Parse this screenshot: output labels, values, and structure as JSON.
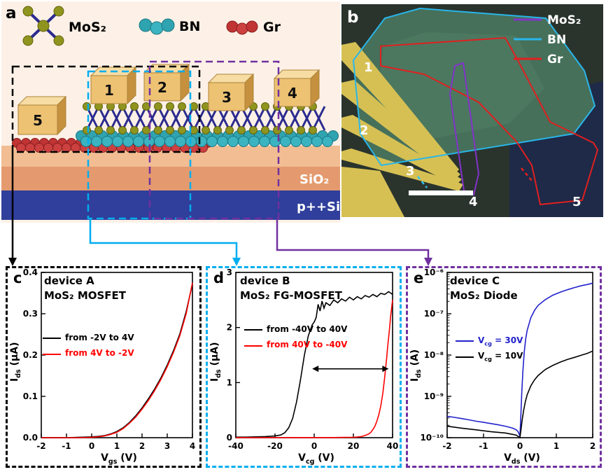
{
  "panel_a": {
    "letter": "a",
    "legend": {
      "mos2": "MoS₂",
      "bn": "BN",
      "gr": "Gr"
    },
    "contacts": [
      "1",
      "2",
      "3",
      "4",
      "5"
    ],
    "layers": {
      "sio2": "SiO₂",
      "si": "p++Si"
    }
  },
  "panel_b": {
    "letter": "b",
    "legend": {
      "mos2": "MoS₂",
      "bn": "BN",
      "gr": "Gr"
    },
    "contacts": [
      "1",
      "2",
      "3",
      "4",
      "5"
    ]
  },
  "colors": {
    "box_black": "#000000",
    "box_cyan": "#00aeef",
    "box_purple": "#7030a0",
    "curve_black": "#000000",
    "curve_red": "#ff0000",
    "curve_blue": "#2222cc",
    "mos2_outline": "#8233c9",
    "bn_outline": "#29b6ea",
    "gr_outline": "#e02020",
    "sio2_fill": "#e49a6e",
    "si_fill": "#2f3f9b",
    "electrode_gold": "#edc273"
  },
  "chart_data": [
    {
      "panel_letter": "c",
      "device": "device A",
      "device_type": "MoS₂ MOSFET",
      "type": "line",
      "xlabel": {
        "pre": "V",
        "sub": "gs",
        "post": " (V)"
      },
      "ylabel": {
        "pre": "I",
        "sub": "ds",
        "post": " (μA)"
      },
      "xlim": [
        -2,
        4
      ],
      "ylim": [
        0,
        0.4
      ],
      "yscale": "linear",
      "ml": 48,
      "xticks": [
        {
          "v": -2,
          "t": "-2"
        },
        {
          "v": -1,
          "t": "-1"
        },
        {
          "v": 0,
          "t": "0"
        },
        {
          "v": 1,
          "t": "1"
        },
        {
          "v": 2,
          "t": "2"
        },
        {
          "v": 3,
          "t": "3"
        },
        {
          "v": 4,
          "t": "4"
        }
      ],
      "yticks": [
        {
          "v": 0,
          "t": "0.0"
        },
        {
          "v": 0.1,
          "t": "0.1"
        },
        {
          "v": 0.2,
          "t": "0.2"
        },
        {
          "v": 0.3,
          "t": "0.3"
        },
        {
          "v": 0.4,
          "t": "0.4"
        }
      ],
      "legend": [
        {
          "pre": "from -2V to 4V",
          "sub": "",
          "post": "",
          "color": "#000000"
        },
        {
          "pre": "from 4V to -2V",
          "sub": "",
          "post": "",
          "color": "#ff0000"
        }
      ],
      "series": [
        {
          "name": "sweep-forward",
          "color": "#000000",
          "points": [
            [
              -2,
              0
            ],
            [
              -1.5,
              0
            ],
            [
              -1,
              0
            ],
            [
              -0.5,
              0.001
            ],
            [
              0,
              0.002
            ],
            [
              0.25,
              0.003
            ],
            [
              0.5,
              0.005
            ],
            [
              0.75,
              0.009
            ],
            [
              1,
              0.015
            ],
            [
              1.25,
              0.024
            ],
            [
              1.5,
              0.037
            ],
            [
              1.75,
              0.053
            ],
            [
              2,
              0.072
            ],
            [
              2.25,
              0.094
            ],
            [
              2.5,
              0.118
            ],
            [
              2.75,
              0.145
            ],
            [
              3,
              0.176
            ],
            [
              3.25,
              0.211
            ],
            [
              3.5,
              0.251
            ],
            [
              3.75,
              0.305
            ],
            [
              4,
              0.372
            ]
          ]
        },
        {
          "name": "sweep-reverse",
          "color": "#ff0000",
          "points": [
            [
              -2,
              0
            ],
            [
              -1,
              0
            ],
            [
              -0.5,
              0
            ],
            [
              0,
              0.001
            ],
            [
              0.25,
              0.002
            ],
            [
              0.5,
              0.004
            ],
            [
              0.75,
              0.008
            ],
            [
              1,
              0.013
            ],
            [
              1.25,
              0.022
            ],
            [
              1.5,
              0.035
            ],
            [
              1.75,
              0.05
            ],
            [
              2,
              0.069
            ],
            [
              2.25,
              0.09
            ],
            [
              2.5,
              0.114
            ],
            [
              2.75,
              0.141
            ],
            [
              3,
              0.172
            ],
            [
              3.25,
              0.207
            ],
            [
              3.5,
              0.247
            ],
            [
              3.75,
              0.3
            ],
            [
              4,
              0.375
            ]
          ]
        }
      ],
      "annotations": []
    },
    {
      "panel_letter": "d",
      "device": "device B",
      "device_type": "MoS₂ FG-MOSFET",
      "type": "line",
      "xlabel": {
        "pre": "V",
        "sub": "cg",
        "post": " (V)"
      },
      "ylabel": {
        "pre": "I",
        "sub": "ds",
        "post": " (μA)"
      },
      "xlim": [
        -40,
        40
      ],
      "ylim": [
        0,
        3
      ],
      "yscale": "linear",
      "ml": 40,
      "xticks": [
        {
          "v": -40,
          "t": "-40"
        },
        {
          "v": -20,
          "t": "-20"
        },
        {
          "v": 0,
          "t": "0"
        },
        {
          "v": 20,
          "t": "20"
        },
        {
          "v": 40,
          "t": "40"
        }
      ],
      "yticks": [
        {
          "v": 0,
          "t": "0"
        },
        {
          "v": 1,
          "t": "1"
        },
        {
          "v": 2,
          "t": "2"
        },
        {
          "v": 3,
          "t": "3"
        }
      ],
      "legend": [
        {
          "pre": "from -40V to 40V",
          "sub": "",
          "post": "",
          "color": "#000000"
        },
        {
          "pre": "from 40V to -40V",
          "sub": "",
          "post": "",
          "color": "#ff0000"
        }
      ],
      "series": [
        {
          "name": "sweep-forward",
          "color": "#000000",
          "points": [
            [
              -40,
              0.01
            ],
            [
              -35,
              0.01
            ],
            [
              -30,
              0.015
            ],
            [
              -25,
              0.02
            ],
            [
              -20,
              0.03
            ],
            [
              -17,
              0.05
            ],
            [
              -15,
              0.09
            ],
            [
              -13,
              0.18
            ],
            [
              -11,
              0.35
            ],
            [
              -9,
              0.65
            ],
            [
              -7,
              1.05
            ],
            [
              -5,
              1.5
            ],
            [
              -3,
              1.85
            ],
            [
              -1,
              2.05
            ],
            [
              0,
              2.1
            ],
            [
              1,
              2.18
            ],
            [
              2,
              2.42
            ],
            [
              3,
              2.3
            ],
            [
              4,
              2.48
            ],
            [
              5,
              2.35
            ],
            [
              6,
              2.45
            ],
            [
              8,
              2.4
            ],
            [
              10,
              2.5
            ],
            [
              12,
              2.45
            ],
            [
              14,
              2.52
            ],
            [
              16,
              2.48
            ],
            [
              18,
              2.55
            ],
            [
              20,
              2.5
            ],
            [
              22,
              2.56
            ],
            [
              24,
              2.52
            ],
            [
              26,
              2.58
            ],
            [
              28,
              2.55
            ],
            [
              30,
              2.6
            ],
            [
              32,
              2.56
            ],
            [
              34,
              2.62
            ],
            [
              36,
              2.6
            ],
            [
              38,
              2.65
            ],
            [
              40,
              2.6
            ]
          ]
        },
        {
          "name": "sweep-reverse",
          "color": "#ff0000",
          "points": [
            [
              40,
              2.5
            ],
            [
              39.5,
              2.35
            ],
            [
              39,
              2.2
            ],
            [
              38.5,
              2.0
            ],
            [
              38,
              1.82
            ],
            [
              37.5,
              1.65
            ],
            [
              37,
              1.45
            ],
            [
              36.5,
              1.28
            ],
            [
              36,
              1.1
            ],
            [
              35.5,
              0.95
            ],
            [
              35,
              0.8
            ],
            [
              34,
              0.58
            ],
            [
              33,
              0.42
            ],
            [
              32,
              0.3
            ],
            [
              31,
              0.21
            ],
            [
              30,
              0.15
            ],
            [
              29,
              0.1
            ],
            [
              28,
              0.07
            ],
            [
              26,
              0.04
            ],
            [
              24,
              0.02
            ],
            [
              22,
              0.012
            ],
            [
              20,
              0.008
            ],
            [
              15,
              0.005
            ],
            [
              10,
              0.003
            ],
            [
              0,
              0.002
            ],
            [
              -10,
              0.002
            ],
            [
              -20,
              0.001
            ],
            [
              -30,
              0.001
            ],
            [
              -40,
              0.001
            ]
          ]
        }
      ],
      "annotations": [
        {
          "type": "double_arrow",
          "x1": -1,
          "x2": 38,
          "y": 1.25
        }
      ]
    },
    {
      "panel_letter": "e",
      "device": "device C",
      "device_type": "MoS₂ Diode",
      "type": "line",
      "xlabel": {
        "pre": "V",
        "sub": "ds",
        "post": " (V)"
      },
      "ylabel": {
        "pre": "I",
        "sub": "ds",
        "post": " (A)"
      },
      "xlim": [
        -2,
        2
      ],
      "ylim": [
        1e-10,
        1e-06
      ],
      "yscale": "log",
      "ml": 56,
      "xticks": [
        {
          "v": -2,
          "t": "-2"
        },
        {
          "v": -1,
          "t": "-1"
        },
        {
          "v": 0,
          "t": "0"
        },
        {
          "v": 1,
          "t": "1"
        },
        {
          "v": 2,
          "t": "2"
        }
      ],
      "yticks": [
        {
          "v": 1e-10,
          "t": "10⁻¹⁰"
        },
        {
          "v": 1e-09,
          "t": "10⁻⁹"
        },
        {
          "v": 1e-08,
          "t": "10⁻⁸"
        },
        {
          "v": 1e-07,
          "t": "10⁻⁷"
        },
        {
          "v": 1e-06,
          "t": "10⁻⁶"
        }
      ],
      "legend": [
        {
          "pre": "V",
          "sub": "cg",
          "post": " = 30V",
          "color": "#2222cc"
        },
        {
          "pre": "V",
          "sub": "cg",
          "post": " = 10V",
          "color": "#000000"
        }
      ],
      "series": [
        {
          "name": "vcg-30",
          "color": "#2222cc",
          "points": [
            [
              -2,
              3.3e-10
            ],
            [
              -1.8,
              3.1e-10
            ],
            [
              -1.6,
              2.9e-10
            ],
            [
              -1.4,
              2.7e-10
            ],
            [
              -1.2,
              2.5e-10
            ],
            [
              -1,
              2.35e-10
            ],
            [
              -0.8,
              2.2e-10
            ],
            [
              -0.6,
              2.05e-10
            ],
            [
              -0.4,
              1.9e-10
            ],
            [
              -0.2,
              1.7e-10
            ],
            [
              -0.1,
              1.55e-10
            ],
            [
              -0.05,
              1.4e-10
            ],
            [
              0,
              1.1e-10
            ],
            [
              0.02,
              2.5e-10
            ],
            [
              0.05,
              1.2e-09
            ],
            [
              0.08,
              4e-09
            ],
            [
              0.12,
              1.2e-08
            ],
            [
              0.16,
              2.5e-08
            ],
            [
              0.2,
              4e-08
            ],
            [
              0.3,
              8e-08
            ],
            [
              0.4,
              1.2e-07
            ],
            [
              0.5,
              1.6e-07
            ],
            [
              0.7,
              2.2e-07
            ],
            [
              0.9,
              2.8e-07
            ],
            [
              1.1,
              3.3e-07
            ],
            [
              1.3,
              3.8e-07
            ],
            [
              1.5,
              4.3e-07
            ],
            [
              1.7,
              4.8e-07
            ],
            [
              1.85,
              5.1e-07
            ],
            [
              2,
              5.5e-07
            ]
          ]
        },
        {
          "name": "vcg-10",
          "color": "#000000",
          "points": [
            [
              -2,
              1.9e-10
            ],
            [
              -1.6,
              1.7e-10
            ],
            [
              -1.2,
              1.55e-10
            ],
            [
              -0.8,
              1.4e-10
            ],
            [
              -0.4,
              1.3e-10
            ],
            [
              -0.2,
              1.2e-10
            ],
            [
              -0.1,
              1.15e-10
            ],
            [
              0,
              1e-10
            ],
            [
              0.03,
              1.6e-10
            ],
            [
              0.06,
              2.6e-10
            ],
            [
              0.1,
              4.5e-10
            ],
            [
              0.15,
              7.5e-10
            ],
            [
              0.2,
              1.1e-09
            ],
            [
              0.3,
              1.8e-09
            ],
            [
              0.4,
              2.5e-09
            ],
            [
              0.5,
              3.2e-09
            ],
            [
              0.7,
              4.5e-09
            ],
            [
              0.9,
              5.6e-09
            ],
            [
              1.1,
              6.7e-09
            ],
            [
              1.3,
              7.8e-09
            ],
            [
              1.5,
              8.8e-09
            ],
            [
              1.7,
              1e-08
            ],
            [
              1.85,
              1.1e-08
            ],
            [
              2,
              1.25e-08
            ]
          ]
        }
      ],
      "annotations": []
    }
  ]
}
